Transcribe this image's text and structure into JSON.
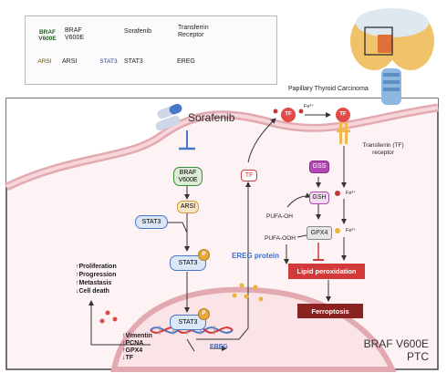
{
  "legend": {
    "braf_badge": "BRAF V600E",
    "braf_text": "BRAF V600E",
    "sorafenib": "Sorafenib",
    "transferrin_receptor": "Transferrin Receptor",
    "arsi_badge": "ARSI",
    "arsi_text": "ARSI",
    "stat3_badge": "STAT3",
    "stat3_text": "STAT3",
    "ereg": "EREG"
  },
  "top": {
    "papillary": "Papillary Thyroid Carcinoma",
    "sorafenib": "Sorafenib",
    "tf": "TF",
    "fe3": "Fe³⁺",
    "tf_receptor": "Transferrin (TF) receptor"
  },
  "pathway": {
    "braf": "BRAF V600E",
    "arsi": "ARSI",
    "stat3_cyto": "STAT3",
    "stat3_phos": "STAT3",
    "stat3_nuc": "STAT3",
    "p": "P",
    "ereg_protein": "EREG protein",
    "tf_cell": "TF",
    "gss": "GSS",
    "gsh": "GSH",
    "gpx4": "GPX4",
    "pufa_oh": "PUFA-OH",
    "pufa_ooh": "PUFA-OOH",
    "fe3_in": "Fe³⁺",
    "fe2_in": "Fe²⁺",
    "lipid": "Lipid peroxidation",
    "ferroptosis": "Ferroptosis",
    "ereg_gene": "EREG"
  },
  "outcomes": [
    "↑Proliferation",
    "↑Progression",
    "↑Metastasis",
    "↓Cell death"
  ],
  "nuclear_targets": [
    "↑Vimentin",
    "↑PCNA",
    "↑GPX4",
    "↓TF"
  ],
  "corner_label": {
    "line1": "BRAF V600E",
    "line2": "PTC"
  },
  "colors": {
    "braf_green": "#3a8a3a",
    "arsi_orange": "#d99a3a",
    "stat3_blue": "#4a78c8",
    "gss_purple": "#b04ab0",
    "lipid_red": "#d23a3a",
    "ferroptosis_dark": "#8a2222",
    "ereg_blue": "#3a6ec8",
    "membrane": "#e9b8bd"
  },
  "icons": [
    "capsule-icon",
    "transferrin-receptor-icon",
    "dna-icon",
    "thyroid-gland-icon",
    "inhibition-bar-icon"
  ]
}
